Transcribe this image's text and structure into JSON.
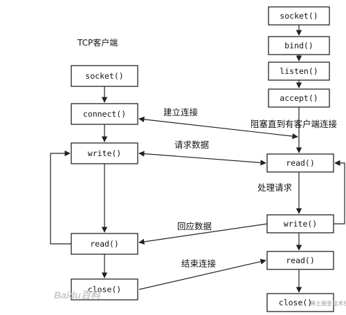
{
  "client": {
    "title": "TCP客户端",
    "socket": "socket()",
    "connect": "connect()",
    "write": "write()",
    "read": "read()",
    "close": "close()"
  },
  "server": {
    "socket": "socket()",
    "bind": "bind()",
    "listen": "listen()",
    "accept": "accept()",
    "read": "read()",
    "write": "write()",
    "read2": "read()",
    "close": "close()"
  },
  "labels": {
    "establish": "建立连接",
    "blocked": "阻塞直到有客户端连接",
    "request": "请求数据",
    "process": "处理请求",
    "reply": "回应数据",
    "end": "结束连接"
  },
  "watermark": {
    "logo": "Baidu百科",
    "corner": "稀土掘金技术社区"
  }
}
